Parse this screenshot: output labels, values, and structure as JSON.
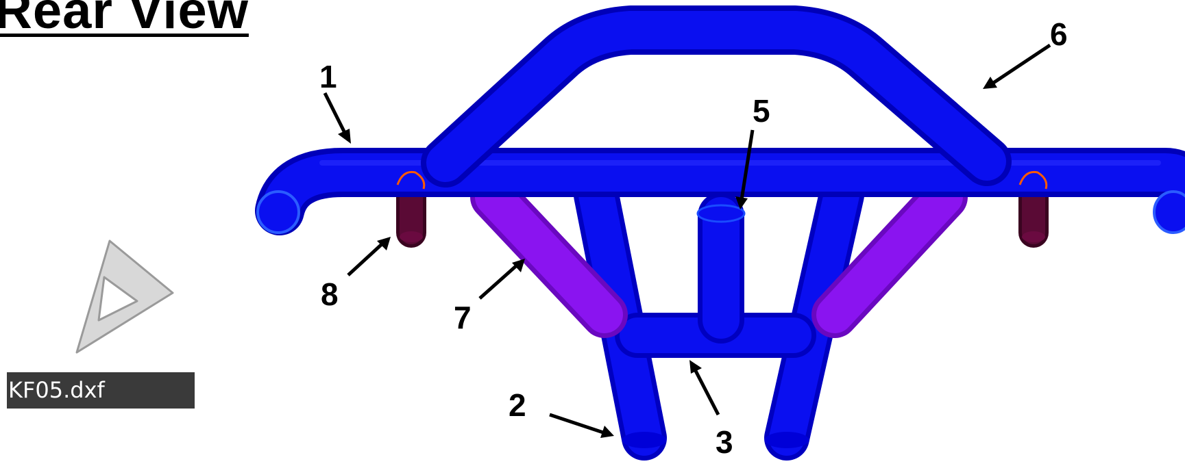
{
  "title": "Rear View",
  "file": {
    "name": "KF05.dxf"
  },
  "icons": {
    "toolbar": "set-square-icon"
  },
  "colors": {
    "tube": "#0a0ff0",
    "tube_dark": "#0000c8",
    "purple": "#8a14f0",
    "maroon": "#5a0a35",
    "edge_orange": "#ff5a00",
    "arrow": "#000000"
  },
  "callouts": [
    {
      "id": "1",
      "label": "1"
    },
    {
      "id": "2",
      "label": "2"
    },
    {
      "id": "3",
      "label": "3"
    },
    {
      "id": "5",
      "label": "5"
    },
    {
      "id": "6",
      "label": "6"
    },
    {
      "id": "7",
      "label": "7"
    },
    {
      "id": "8",
      "label": "8"
    }
  ]
}
